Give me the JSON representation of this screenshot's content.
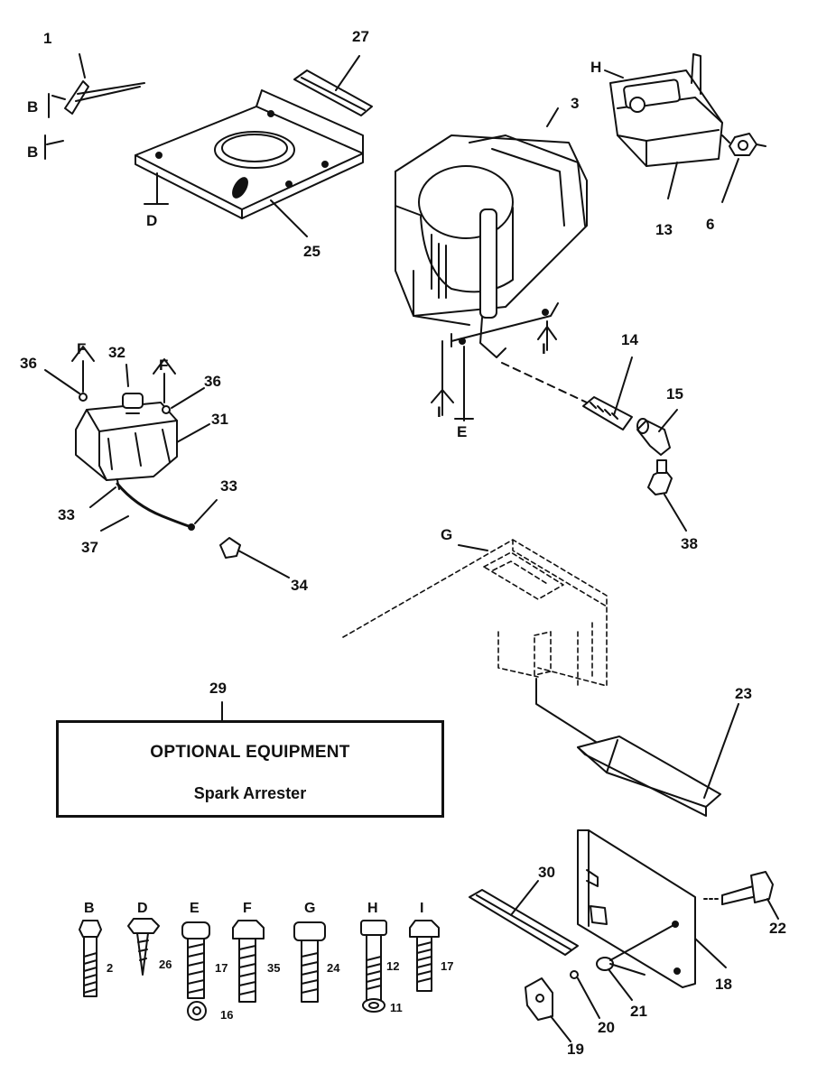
{
  "callouts": {
    "c1": "1",
    "c27": "27",
    "c3": "3",
    "cH_top": "H",
    "c25": "25",
    "c13": "13",
    "c6": "6",
    "cD_top": "D",
    "cB1": "B",
    "cB2": "B",
    "c36a": "36",
    "c32": "32",
    "c36b": "36",
    "cF1": "F",
    "cF2": "F",
    "c31": "31",
    "c33a": "33",
    "c33b": "33",
    "c37": "37",
    "c34": "34",
    "c14": "14",
    "c15": "15",
    "c38": "38",
    "cI1": "I",
    "cI2": "I",
    "cE_top": "E",
    "cG_top": "G",
    "c29": "29",
    "c23": "23",
    "c30": "30",
    "c22": "22",
    "c18": "18",
    "c21": "21",
    "c20": "20",
    "c19": "19"
  },
  "optional_box": {
    "title": "OPTIONAL EQUIPMENT",
    "item": "Spark Arrester"
  },
  "hardware_key": [
    {
      "letter": "B",
      "part": "2"
    },
    {
      "letter": "D",
      "part": "26"
    },
    {
      "letter": "E",
      "part": "17",
      "washer": "16"
    },
    {
      "letter": "F",
      "part": "35"
    },
    {
      "letter": "G",
      "part": "24"
    },
    {
      "letter": "H",
      "part": "12",
      "washer": "11"
    },
    {
      "letter": "I",
      "part": "17"
    }
  ]
}
